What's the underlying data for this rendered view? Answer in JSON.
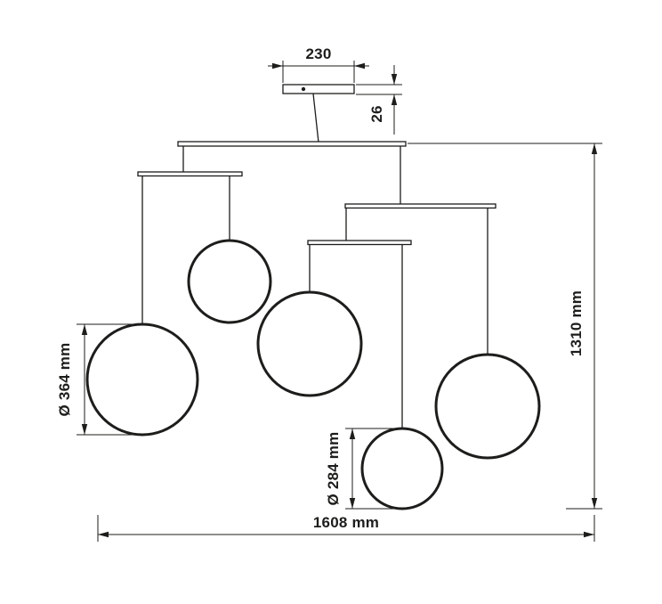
{
  "page": {
    "background": "#ffffff",
    "line_color": "#1d1d1b"
  },
  "diagram": {
    "type": "technical-drawing",
    "dimensions": {
      "canopy_width": "230",
      "canopy_height": "26",
      "ring_large_diameter": "Ø 364 mm",
      "ring_small_diameter": "Ø 284 mm",
      "overall_width": "1608 mm",
      "overall_height": "1310 mm"
    }
  }
}
